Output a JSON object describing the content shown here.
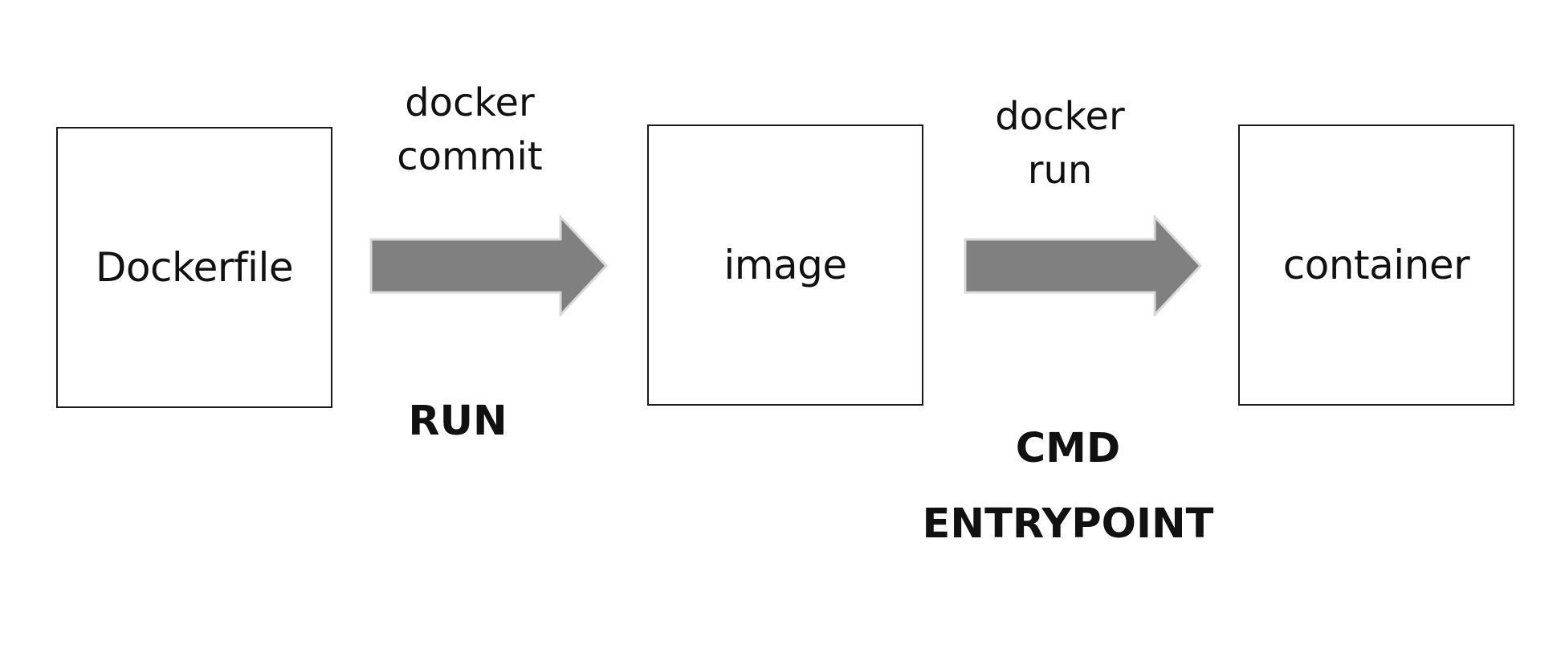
{
  "diagram": {
    "boxes": {
      "dockerfile": "Dockerfile",
      "image": "image",
      "container": "container"
    },
    "arrows": {
      "commit": {
        "command_line1": "docker",
        "command_line2": "commit",
        "instruction": "RUN"
      },
      "run": {
        "command_line1": "docker",
        "command_line2": "run",
        "instruction_line1": "CMD",
        "instruction_line2": "ENTRYPOINT"
      }
    },
    "colors": {
      "arrow_fill": "#808080",
      "arrow_stroke": "#d9d9d9",
      "box_border": "#1a1a1a",
      "text": "#111111"
    }
  }
}
